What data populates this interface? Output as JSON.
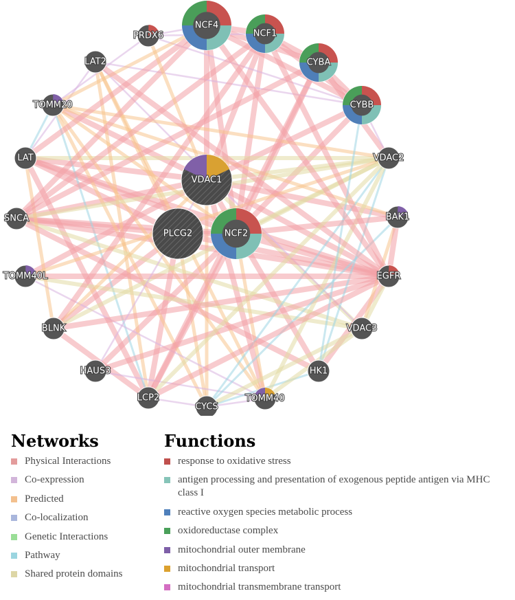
{
  "network": {
    "nodes": [
      {
        "id": "NCF4",
        "label": "NCF4",
        "size": "large",
        "pie": [
          "red",
          "teal",
          "blue",
          "green"
        ]
      },
      {
        "id": "NCF1",
        "label": "NCF1",
        "size": "medium",
        "pie": [
          "red",
          "teal",
          "blue",
          "green"
        ]
      },
      {
        "id": "PRDX6",
        "label": "PRDX6",
        "size": "small",
        "pie": [
          "red"
        ]
      },
      {
        "id": "CYBA",
        "label": "CYBA",
        "size": "medium",
        "pie": [
          "red",
          "teal",
          "blue",
          "green"
        ]
      },
      {
        "id": "LAT2",
        "label": "LAT2",
        "size": "small",
        "pie": []
      },
      {
        "id": "CYBB",
        "label": "CYBB",
        "size": "medium",
        "pie": [
          "red",
          "teal",
          "blue",
          "green"
        ]
      },
      {
        "id": "TOMM20",
        "label": "TOMM20",
        "size": "small",
        "pie": [
          "purple"
        ]
      },
      {
        "id": "LAT",
        "label": "LAT",
        "size": "small",
        "pie": []
      },
      {
        "id": "VDAC2",
        "label": "VDAC2",
        "size": "small",
        "pie": []
      },
      {
        "id": "VDAC1",
        "label": "VDAC1",
        "size": "xlarge",
        "pie": [
          "purple",
          "orange"
        ],
        "query": true
      },
      {
        "id": "SNCA",
        "label": "SNCA",
        "size": "small",
        "pie": []
      },
      {
        "id": "BAK1",
        "label": "BAK1",
        "size": "small",
        "pie": [
          "purple"
        ]
      },
      {
        "id": "PLCG2",
        "label": "PLCG2",
        "size": "xlarge",
        "pie": [],
        "query": true
      },
      {
        "id": "NCF2",
        "label": "NCF2",
        "size": "xlarge",
        "pie": [
          "red",
          "teal",
          "blue",
          "green"
        ],
        "query": true
      },
      {
        "id": "TOMM40L",
        "label": "TOMM40L",
        "size": "small",
        "pie": [
          "purple"
        ]
      },
      {
        "id": "EGFR",
        "label": "EGFR",
        "size": "small",
        "pie": [
          "red"
        ]
      },
      {
        "id": "BLNK",
        "label": "BLNK",
        "size": "small",
        "pie": []
      },
      {
        "id": "VDAC3",
        "label": "VDAC3",
        "size": "small",
        "pie": []
      },
      {
        "id": "HAUS3",
        "label": "HAUS3",
        "size": "small",
        "pie": []
      },
      {
        "id": "HK1",
        "label": "HK1",
        "size": "small",
        "pie": []
      },
      {
        "id": "LCP2",
        "label": "LCP2",
        "size": "small",
        "pie": []
      },
      {
        "id": "CYCS",
        "label": "CYCS",
        "size": "small",
        "pie": []
      },
      {
        "id": "TOMM40",
        "label": "TOMM40",
        "size": "small",
        "pie": [
          "purple",
          "orange"
        ]
      }
    ],
    "edges": [
      [
        "NCF4",
        "NCF2",
        "physical"
      ],
      [
        "NCF4",
        "NCF1",
        "physical"
      ],
      [
        "NCF4",
        "CYBB",
        "physical"
      ],
      [
        "NCF4",
        "CYBA",
        "physical"
      ],
      [
        "NCF1",
        "NCF2",
        "physical"
      ],
      [
        "NCF1",
        "CYBB",
        "physical"
      ],
      [
        "NCF1",
        "CYBA",
        "physical"
      ],
      [
        "CYBA",
        "CYBB",
        "physical"
      ],
      [
        "CYBA",
        "NCF2",
        "physical"
      ],
      [
        "CYBB",
        "NCF2",
        "physical"
      ],
      [
        "VDAC1",
        "NCF4",
        "physical"
      ],
      [
        "VDAC1",
        "NCF1",
        "physical"
      ],
      [
        "VDAC1",
        "CYBB",
        "physical"
      ],
      [
        "VDAC1",
        "BAK1",
        "physical"
      ],
      [
        "VDAC1",
        "VDAC2",
        "shared"
      ],
      [
        "VDAC1",
        "VDAC3",
        "shared"
      ],
      [
        "VDAC1",
        "SNCA",
        "physical"
      ],
      [
        "VDAC1",
        "TOMM20",
        "physical"
      ],
      [
        "VDAC1",
        "TOMM40",
        "physical"
      ],
      [
        "VDAC1",
        "HK1",
        "physical"
      ],
      [
        "VDAC1",
        "EGFR",
        "physical"
      ],
      [
        "VDAC1",
        "CYCS",
        "predicted"
      ],
      [
        "VDAC1",
        "LAT",
        "physical"
      ],
      [
        "VDAC1",
        "TOMM40L",
        "physical"
      ],
      [
        "PLCG2",
        "LAT",
        "physical"
      ],
      [
        "PLCG2",
        "LAT2",
        "predicted"
      ],
      [
        "PLCG2",
        "BLNK",
        "physical"
      ],
      [
        "PLCG2",
        "LCP2",
        "physical"
      ],
      [
        "PLCG2",
        "EGFR",
        "physical"
      ],
      [
        "PLCG2",
        "NCF2",
        "physical"
      ],
      [
        "PLCG2",
        "SNCA",
        "physical"
      ],
      [
        "PLCG2",
        "CYCS",
        "predicted"
      ],
      [
        "NCF2",
        "EGFR",
        "physical"
      ],
      [
        "NCF2",
        "SNCA",
        "physical"
      ],
      [
        "NCF2",
        "LAT",
        "physical"
      ],
      [
        "NCF2",
        "TOMM40",
        "predicted"
      ],
      [
        "NCF2",
        "HAUS3",
        "physical"
      ],
      [
        "NCF2",
        "VDAC2",
        "shared"
      ],
      [
        "NCF2",
        "LCP2",
        "physical"
      ],
      [
        "NCF2",
        "TOMM20",
        "predicted"
      ],
      [
        "LAT",
        "EGFR",
        "physical"
      ],
      [
        "LAT",
        "VDAC2",
        "shared"
      ],
      [
        "LAT",
        "LCP2",
        "physical"
      ],
      [
        "LAT",
        "LAT2",
        "coexpression"
      ],
      [
        "LAT2",
        "TOMM40",
        "predicted"
      ],
      [
        "LAT2",
        "LCP2",
        "predicted"
      ],
      [
        "LAT2",
        "CYBB",
        "coexpression"
      ],
      [
        "LAT2",
        "VDAC3",
        "coexpression"
      ],
      [
        "PRDX6",
        "NCF4",
        "coexpression"
      ],
      [
        "PRDX6",
        "NCF1",
        "coexpression"
      ],
      [
        "PRDX6",
        "CYBB",
        "coexpression"
      ],
      [
        "PRDX6",
        "TOMM20",
        "coexpression"
      ],
      [
        "TOMM20",
        "VDAC2",
        "predicted"
      ],
      [
        "TOMM20",
        "TOMM40",
        "predicted"
      ],
      [
        "TOMM20",
        "LCP2",
        "pathway"
      ],
      [
        "TOMM20",
        "CYCS",
        "predicted"
      ],
      [
        "TOMM20",
        "BAK1",
        "predicted"
      ],
      [
        "SNCA",
        "VDAC2",
        "shared"
      ],
      [
        "SNCA",
        "EGFR",
        "physical"
      ],
      [
        "SNCA",
        "VDAC3",
        "shared"
      ],
      [
        "SNCA",
        "HK1",
        "physical"
      ],
      [
        "TOMM40L",
        "VDAC2",
        "predicted"
      ],
      [
        "TOMM40L",
        "TOMM40",
        "coexpression"
      ],
      [
        "TOMM40L",
        "VDAC3",
        "shared"
      ],
      [
        "BLNK",
        "LCP2",
        "physical"
      ],
      [
        "BLNK",
        "VDAC2",
        "shared"
      ],
      [
        "BLNK",
        "EGFR",
        "physical"
      ],
      [
        "BLNK",
        "LAT",
        "predicted"
      ],
      [
        "HAUS3",
        "TOMM40",
        "coexpression"
      ],
      [
        "HAUS3",
        "EGFR",
        "physical"
      ],
      [
        "HK1",
        "VDAC2",
        "pathway"
      ],
      [
        "HK1",
        "CYCS",
        "pathway"
      ],
      [
        "HK1",
        "EGFR",
        "physical"
      ],
      [
        "VDAC3",
        "CYCS",
        "shared"
      ],
      [
        "VDAC3",
        "TOMM40",
        "shared"
      ],
      [
        "VDAC3",
        "BAK1",
        "predicted"
      ],
      [
        "VDAC2",
        "CYCS",
        "pathway"
      ],
      [
        "VDAC2",
        "TOMM40",
        "shared"
      ],
      [
        "BAK1",
        "CYCS",
        "pathway"
      ],
      [
        "BAK1",
        "EGFR",
        "physical"
      ],
      [
        "CYCS",
        "TOMM40",
        "coexpression"
      ],
      [
        "LCP2",
        "CYCS",
        "coexpression"
      ],
      [
        "LCP2",
        "EGFR",
        "physical"
      ],
      [
        "EGFR",
        "VDAC3",
        "shared"
      ],
      [
        "CYBA",
        "VDAC2",
        "physical"
      ],
      [
        "CYBB",
        "VDAC2",
        "coexpression"
      ],
      [
        "NCF1",
        "SNCA",
        "physical"
      ],
      [
        "NCF4",
        "LAT",
        "physical"
      ],
      [
        "NCF4",
        "SNCA",
        "physical"
      ],
      [
        "NCF1",
        "EGFR",
        "physical"
      ],
      [
        "CYBA",
        "LCP2",
        "physical"
      ],
      [
        "CYBB",
        "HK1",
        "pathway"
      ],
      [
        "PRDX6",
        "VDAC1",
        "predicted"
      ],
      [
        "NCF4",
        "TOMM20",
        "predicted"
      ],
      [
        "TOMM20",
        "LAT",
        "pathway"
      ],
      [
        "LAT2",
        "EGFR",
        "physical"
      ],
      [
        "TOMM40L",
        "EGFR",
        "physical"
      ],
      [
        "BLNK",
        "VDAC1",
        "predicted"
      ],
      [
        "HAUS3",
        "VDAC1",
        "coexpression"
      ],
      [
        "NCF2",
        "BAK1",
        "physical"
      ],
      [
        "NCF1",
        "BLNK",
        "physical"
      ],
      [
        "CYBA",
        "SNCA",
        "physical"
      ],
      [
        "NCF4",
        "EGFR",
        "physical"
      ],
      [
        "LCP2",
        "VDAC2",
        "shared"
      ]
    ]
  },
  "colors": {
    "node_fill": "#555555",
    "node_hatch": "#6a6a6a",
    "red": "#c8534f",
    "teal": "#7fc0b5",
    "blue": "#4f7fb8",
    "green": "#4a9e59",
    "purple": "#8060a8",
    "orange": "#d9a132",
    "pink": "#d66fc0",
    "physical": "#f2a0a6",
    "coexpression": "#d8b4e0",
    "predicted": "#f7c58e",
    "colocalization": "#a9b9dc",
    "genetic": "#9ee09b",
    "pathway": "#9fd6e3",
    "shared": "#e2daa4"
  },
  "legend": {
    "networks_title": "Networks",
    "networks": [
      {
        "label": "Physical Interactions",
        "color": "#e39c9c"
      },
      {
        "label": "Co-expression",
        "color": "#d2b5da"
      },
      {
        "label": "Predicted",
        "color": "#f3c08e"
      },
      {
        "label": "Co-localization",
        "color": "#a9b6dc"
      },
      {
        "label": "Genetic Interactions",
        "color": "#9ade97"
      },
      {
        "label": "Pathway",
        "color": "#9bd5e0"
      },
      {
        "label": "Shared protein domains",
        "color": "#ddd6a6"
      }
    ],
    "functions_title": "Functions",
    "functions": [
      {
        "label": "response to oxidative stress",
        "color": "#c0504d"
      },
      {
        "label": "antigen processing and presentation of exogenous peptide antigen via MHC class I",
        "color": "#86c4b8"
      },
      {
        "label": "reactive oxygen species metabolic process",
        "color": "#4f80bb"
      },
      {
        "label": "oxidoreductase complex",
        "color": "#4aa05a"
      },
      {
        "label": "mitochondrial outer membrane",
        "color": "#7e5fa8"
      },
      {
        "label": "mitochondrial transport",
        "color": "#dca12f"
      },
      {
        "label": "mitochondrial transmembrane transport",
        "color": "#d46ec2"
      }
    ]
  }
}
